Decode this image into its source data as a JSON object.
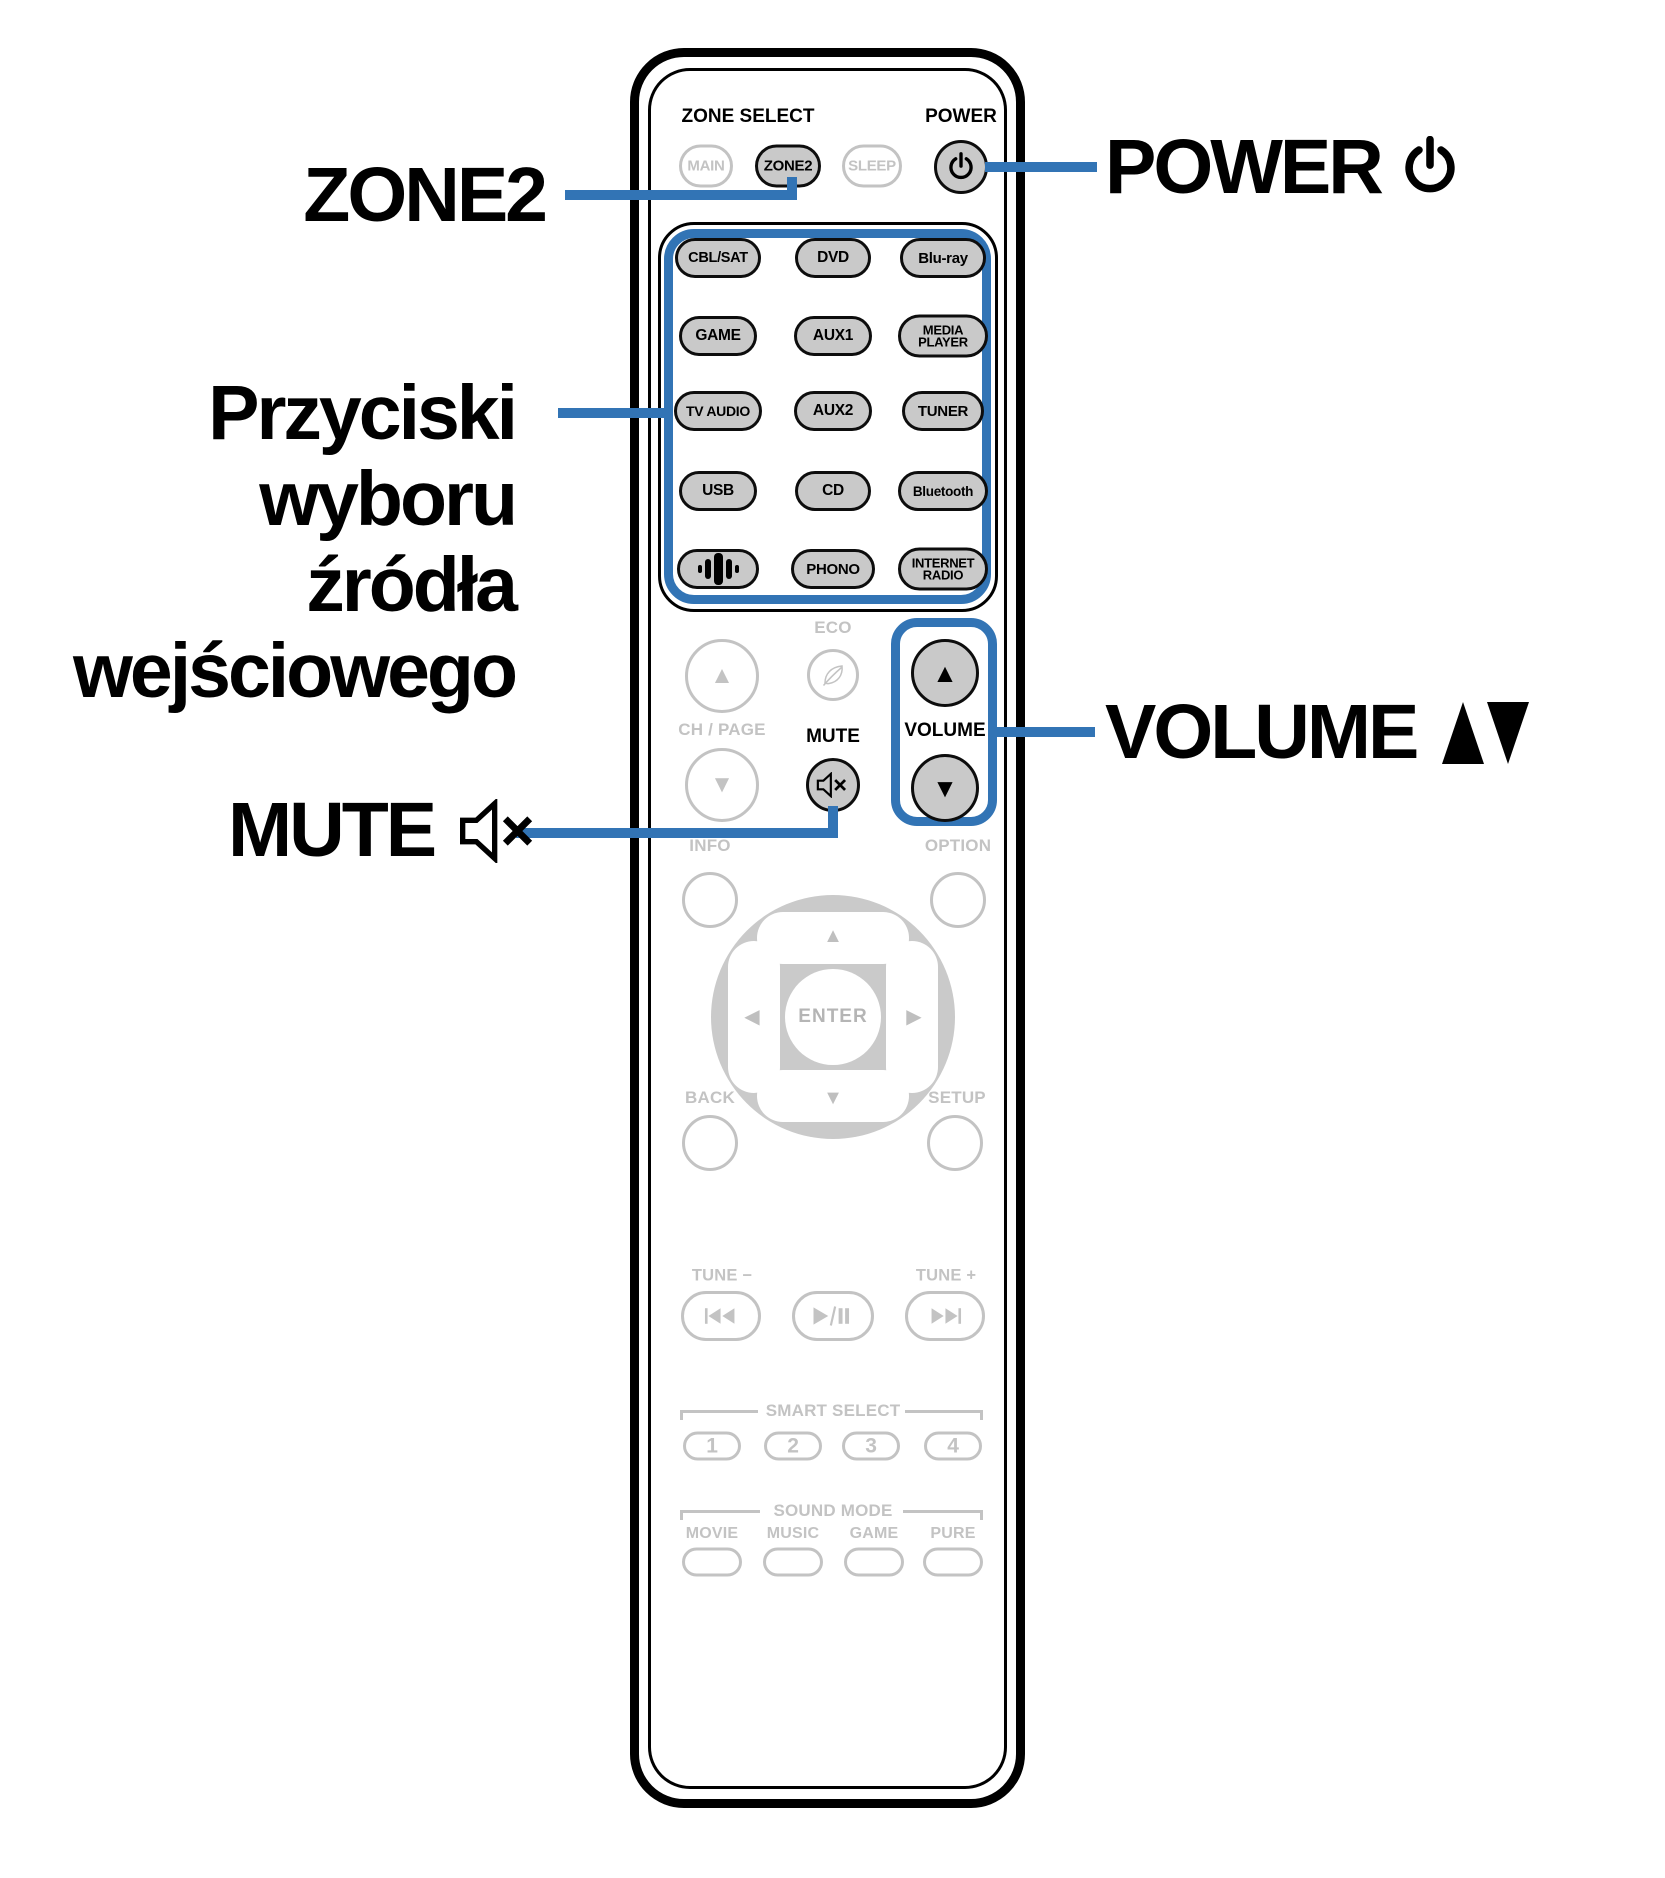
{
  "colors": {
    "accent_blue": "#3274B5",
    "button_fill_gray": "#C9C9C9",
    "ghost_gray": "#C3C3C3",
    "ink": "#000000"
  },
  "icons": {
    "power": "power-icon",
    "mute": "mute-icon",
    "heos": "sound-bars-icon",
    "eco": "leaf-icon",
    "skip_back": "skip-back-icon",
    "play_pause": "play-pause-icon",
    "skip_forward": "skip-forward-icon"
  },
  "callouts": {
    "zone2": {
      "label": "ZONE2"
    },
    "power": {
      "label": "POWER"
    },
    "source": {
      "lines": [
        "Przyciski",
        "wyboru",
        "źródła",
        "wejściowego"
      ]
    },
    "volume": {
      "label": "VOLUME"
    },
    "mute": {
      "label": "MUTE"
    }
  },
  "remote": {
    "top": {
      "zone_select_label": "ZONE SELECT",
      "power_label": "POWER",
      "zone_buttons": [
        {
          "label": "MAIN",
          "active": false
        },
        {
          "label": "ZONE2",
          "active": true
        },
        {
          "label": "SLEEP",
          "active": false
        }
      ]
    },
    "sources": [
      {
        "label": "CBL/SAT"
      },
      {
        "label": "DVD"
      },
      {
        "label": "Blu-ray"
      },
      {
        "label": "GAME"
      },
      {
        "label": "AUX1"
      },
      {
        "label": "MEDIA PLAYER"
      },
      {
        "label": "TV AUDIO"
      },
      {
        "label": "AUX2"
      },
      {
        "label": "TUNER"
      },
      {
        "label": "USB"
      },
      {
        "label": "CD"
      },
      {
        "label": "Bluetooth"
      },
      {
        "label": "",
        "icon": "sound-bars-icon"
      },
      {
        "label": "PHONO"
      },
      {
        "label": "INTERNET RADIO"
      }
    ],
    "mid": {
      "eco_label": "ECO",
      "ch_page_label": "CH / PAGE",
      "mute_label": "MUTE",
      "volume_label": "VOLUME",
      "up_glyph": "▲",
      "down_glyph": "▼"
    },
    "nav": {
      "info_label": "INFO",
      "option_label": "OPTION",
      "back_label": "BACK",
      "setup_label": "SETUP",
      "enter_label": "ENTER",
      "up": "▲",
      "down": "▼",
      "left": "◀",
      "right": "▶"
    },
    "transport": {
      "tune_minus_label": "TUNE −",
      "tune_plus_label": "TUNE +"
    },
    "smart_select": {
      "label": "SMART SELECT",
      "buttons": [
        "1",
        "2",
        "3",
        "4"
      ]
    },
    "sound_mode": {
      "label": "SOUND MODE",
      "modes": [
        "MOVIE",
        "MUSIC",
        "GAME",
        "PURE"
      ]
    }
  }
}
